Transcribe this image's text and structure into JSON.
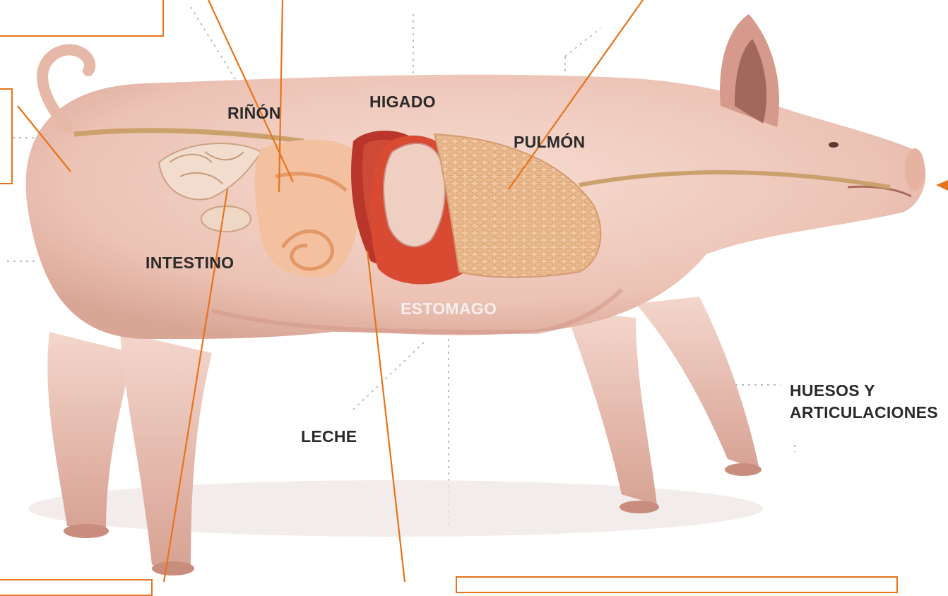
{
  "labels": {
    "rinon": "RIÑÓN",
    "higado": "HIGADO",
    "pulmon": "PULMÓN",
    "intestino": "INTESTINO",
    "estomago": "ESTOMAGO",
    "leche": "LECHE",
    "huesos_1": "HUESOS Y",
    "huesos_2": "ARTICULACIONES"
  },
  "colors": {
    "leader_line": "#e8731a",
    "box_border": "#e8731a",
    "pig_skin": "#efc9bd",
    "label_text": "#2a2a2a"
  }
}
